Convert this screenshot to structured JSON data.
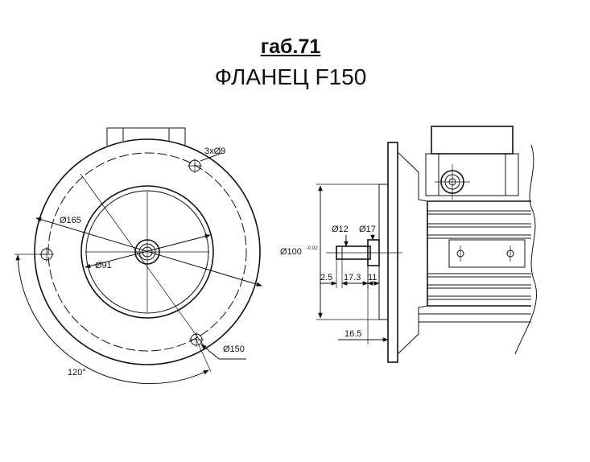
{
  "header": {
    "title": "габ.71",
    "subtitle": "ФЛАНЕЦ F150"
  },
  "front_view": {
    "labels": {
      "holes": "3xØ9",
      "d165": "Ø165",
      "d91": "Ø91",
      "d150": "Ø150",
      "angle": "120°"
    }
  },
  "side_view": {
    "labels": {
      "d100": "Ø100",
      "d100_tol": "-0.02",
      "d12": "Ø12",
      "d17": "Ø17",
      "dim_2_5": "2.5",
      "dim_17_3": "17.3",
      "dim_11": "11",
      "dim_16_5": "16.5"
    }
  }
}
